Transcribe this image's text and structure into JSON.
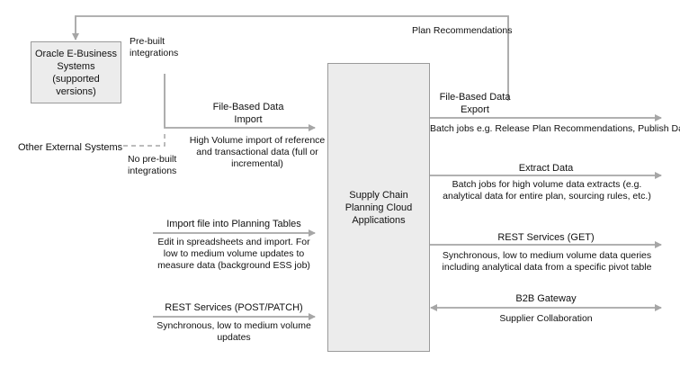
{
  "nodes": {
    "oracle": "Oracle E-Business Systems (supported versions)",
    "other_external": "Other External Systems",
    "center": "Supply Chain Planning Cloud Applications"
  },
  "labels": {
    "plan_recommendations": "Plan Recommendations",
    "prebuilt": "Pre-built integrations",
    "no_prebuilt": "No pre-built integrations"
  },
  "inbound": [
    {
      "title": "File-Based Data Import",
      "desc": "High Volume import of reference and transactional data (full or incremental)"
    },
    {
      "title": "Import file into Planning Tables",
      "desc": "Edit in spreadsheets and import. For low to medium volume updates to measure data (background ESS job)"
    },
    {
      "title": "REST Services (POST/PATCH)",
      "desc": "Synchronous, low to medium volume updates"
    }
  ],
  "outbound": [
    {
      "title": "File-Based Data Export",
      "desc": "Batch jobs e.g. Release Plan Recommendations, Publish Data"
    },
    {
      "title": "Extract Data",
      "desc": "Batch jobs for high volume data extracts (e.g. analytical data for entire plan, sourcing rules, etc.)"
    },
    {
      "title": "REST Services (GET)",
      "desc": "Synchronous, low to medium volume data queries including analytical data from a specific pivot table"
    },
    {
      "title": "B2B Gateway",
      "desc": "Supplier Collaboration"
    }
  ]
}
